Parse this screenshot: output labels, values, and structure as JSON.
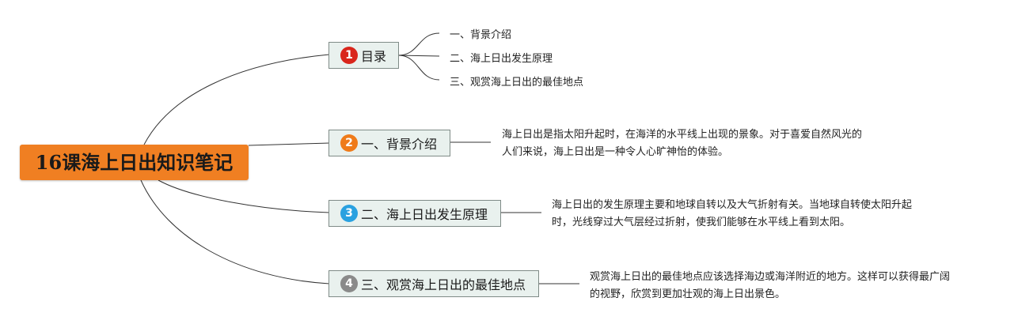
{
  "root": {
    "title": "16课海上日出知识笔记",
    "color": "#f07f22"
  },
  "branches": [
    {
      "num": "1",
      "color": "#d9261c",
      "label": "目录"
    },
    {
      "num": "2",
      "color": "#ef7b1a",
      "label": "一、背景介绍"
    },
    {
      "num": "3",
      "color": "#2aa1e0",
      "label": "二、海上日出发生原理"
    },
    {
      "num": "4",
      "color": "#8a8a8a",
      "label": "三、观赏海上日出的最佳地点"
    }
  ],
  "toc_items": [
    "一、背景介绍",
    "二、海上日出发生原理",
    "三、观赏海上日出的最佳地点"
  ],
  "descriptions": [
    {
      "line1": "海上日出是指太阳升起时，在海洋的水平线上出现的景象。对于喜爱自然风光的",
      "line2": "人们来说，海上日出是一种令人心旷神怡的体验。"
    },
    {
      "line1": "海上日出的发生原理主要和地球自转以及大气折射有关。当地球自转使太阳升起",
      "line2": "时，光线穿过大气层经过折射，使我们能够在水平线上看到太阳。"
    },
    {
      "line1": "观赏海上日出的最佳地点应该选择海边或海洋附近的地方。这样可以获得最广阔",
      "line2": "的视野，欣赏到更加壮观的海上日出景色。"
    }
  ]
}
